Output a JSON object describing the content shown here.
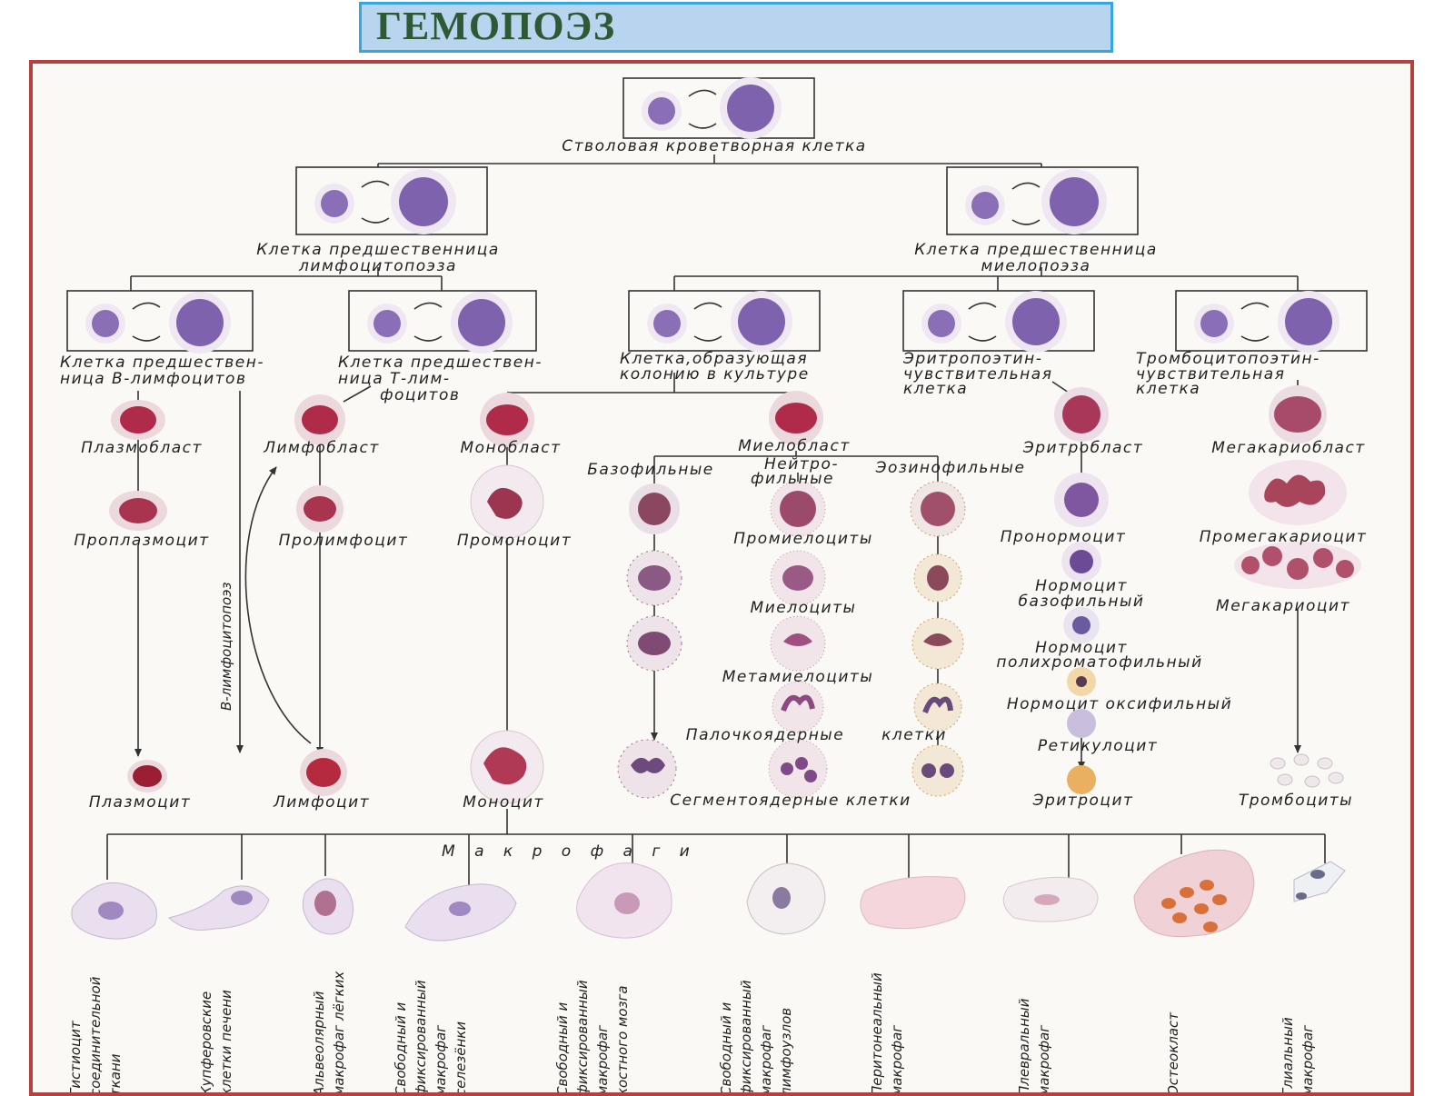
{
  "title": "ГЕМОПОЭЗ",
  "nodes": {
    "stem": "Стволовая кроветворная клетка",
    "lymph_prog_1": "Клетка предшественница",
    "lymph_prog_2": "лимфоцитопоэза",
    "myelo_prog_1": "Клетка предшественница",
    "myelo_prog_2": "миелопоэза",
    "b_prog_1": "Клетка предшествен-",
    "b_prog_2": "ница В-лимфоцитов",
    "t_prog_1": "Клетка предшествен-",
    "t_prog_2": "ница Т-лим-",
    "t_prog_3": "фоцитов",
    "cfu_1": "Клетка,образующая",
    "cfu_2": "колонию в культуре",
    "ery_prog_1": "Эритропоэтин-",
    "ery_prog_2": "чувствительная",
    "ery_prog_3": "клетка",
    "thr_prog_1": "Тромбоцитопоэтин-",
    "thr_prog_2": "чувствительная",
    "thr_prog_3": "клетка",
    "plasmoblast": "Плазмобласт",
    "lymphoblast": "Лимфобласт",
    "monoblast": "Монобласт",
    "myeloblast": "Миелобласт",
    "erythroblast": "Эритробласт",
    "megakaryoblast": "Мегакариобласт",
    "basophilic": "Базофильные",
    "neutro_1": "Нейтро-",
    "neutro_2": "фильные",
    "eosinophilic": "Эозинофильные",
    "proplasmocyte": "Проплазмоцит",
    "prolymphocyte": "Пролимфоцит",
    "promonocyte": "Промоноцит",
    "promyelocytes": "Промиелоциты",
    "pronormocyte": "Пронормоцит",
    "promegakaryocyte": "Промегакариоцит",
    "b_lymphopoiesis": "В-лимфоцитопоэз",
    "myelocytes": "Миелоциты",
    "normo_baso_1": "Нормоцит",
    "normo_baso_2": "базофильный",
    "megakaryocyte": "Мегакариоцит",
    "metamyelocytes": "Метамиелоциты",
    "normo_poly_1": "Нормоцит",
    "normo_poly_2": "полихроматофильный",
    "normo_oxy": "Нормоцит  оксифильный",
    "band": "Палочкоядерные",
    "band_cells": "клетки",
    "reticulocyte": "Ретикулоцит",
    "plasmocyte": "Плазмоцит",
    "lymphocyte": "Лимфоцит",
    "monocyte": "Моноцит",
    "segmented": "Сегментоядерные  клетки",
    "erythrocyte": "Эритроцит",
    "platelets": "Тромбоциты",
    "macrophages": "М а к р о ф а г и"
  },
  "macrophage_types": [
    [
      "Гистиоцит",
      "соединительной",
      "ткани"
    ],
    [
      "Купферовские",
      "клетки печени"
    ],
    [
      "Альвеолярный",
      "макрофаг лёгких"
    ],
    [
      "Свободный и",
      "фиксированный",
      "макрофаг",
      "селезёнки"
    ],
    [
      "Свободный и",
      "фиксированный",
      "макрофаг",
      "костного мозга"
    ],
    [
      "Свободный и",
      "фиксированный",
      "макрофаг",
      "лимфоузлов"
    ],
    [
      "Перитонеальный",
      "макрофаг"
    ],
    [
      "Плевральный",
      "макрофаг"
    ],
    [
      "Остеокласт"
    ],
    [
      "Глиальный",
      "макрофаг"
    ]
  ],
  "colors": {
    "title_bg": "#b8d4ee",
    "title_border": "#35a6e0",
    "title_text": "#2d5a34",
    "frame_border": "#b5413e",
    "nucleus_violet": "#8a6fb6",
    "nucleus_red": "#b02a4a"
  }
}
